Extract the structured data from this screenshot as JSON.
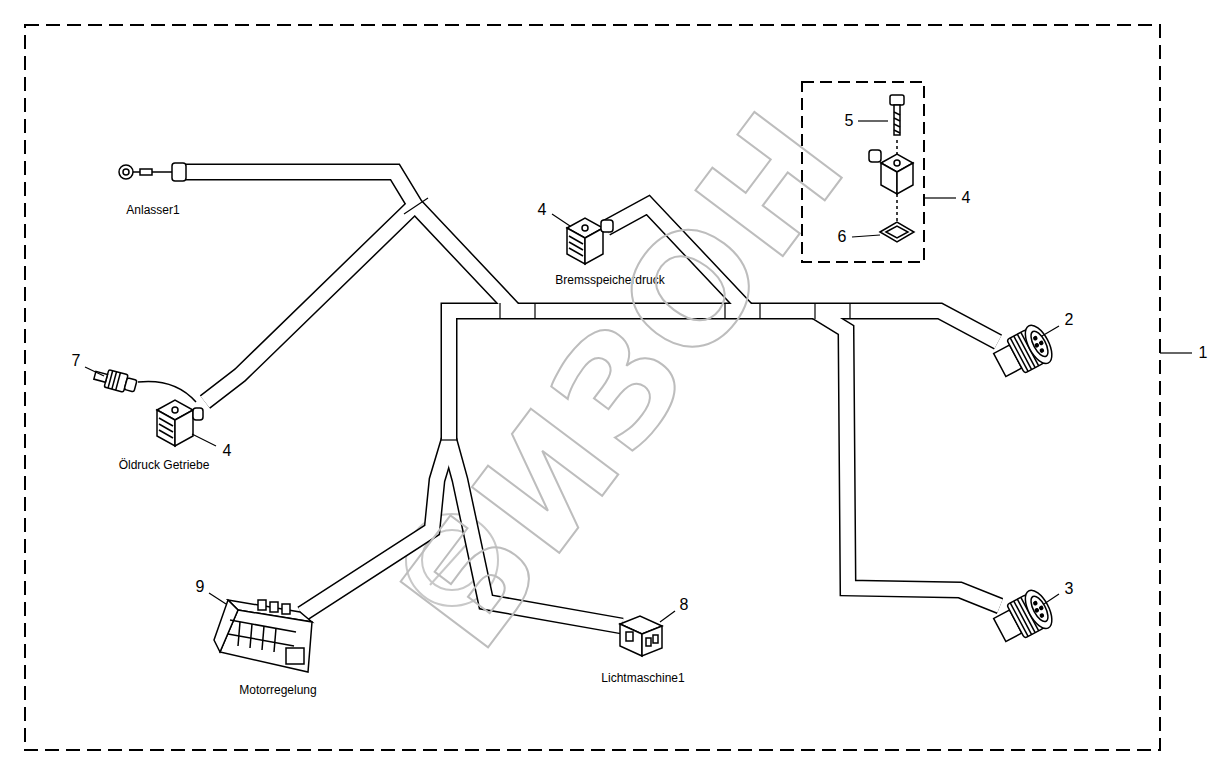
{
  "diagram": {
    "labels": [
      "Anlasser1",
      "Bremsspeicherdruck",
      "Öldruck Getriebe",
      "Motorregelung",
      "Lichtmaschine1",
      "1",
      "2",
      "3",
      "4",
      "4",
      "4",
      "5",
      "6",
      "7",
      "8",
      "9",
      "БИЗОН"
    ]
  }
}
